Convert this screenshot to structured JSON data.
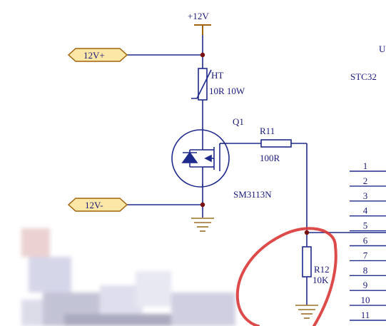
{
  "power_label": "+12V",
  "net_labels": {
    "positive": "12V+",
    "negative": "12V-"
  },
  "thermistor": {
    "ref": "HT",
    "value": "10R 10W"
  },
  "mosfet": {
    "ref": "Q1",
    "part": "SM3113N"
  },
  "r11": {
    "ref": "R11",
    "value": "100R"
  },
  "r12": {
    "ref": "R12",
    "value": "10K"
  },
  "mcu": {
    "ref_partial": "U",
    "part_partial": "STC32"
  },
  "pins": [
    "1",
    "2",
    "3",
    "4",
    "5",
    "6",
    "7",
    "8",
    "9",
    "10",
    "11"
  ],
  "colors": {
    "wire": "#1e2a8c",
    "component": "#1e2a8c",
    "net_label_fill": "#fde7a6",
    "net_label_stroke": "#a0640f",
    "ground": "#9a7024",
    "junction": "#7a1010",
    "power_stroke": "#a0640f",
    "annotation": "#d93636"
  }
}
